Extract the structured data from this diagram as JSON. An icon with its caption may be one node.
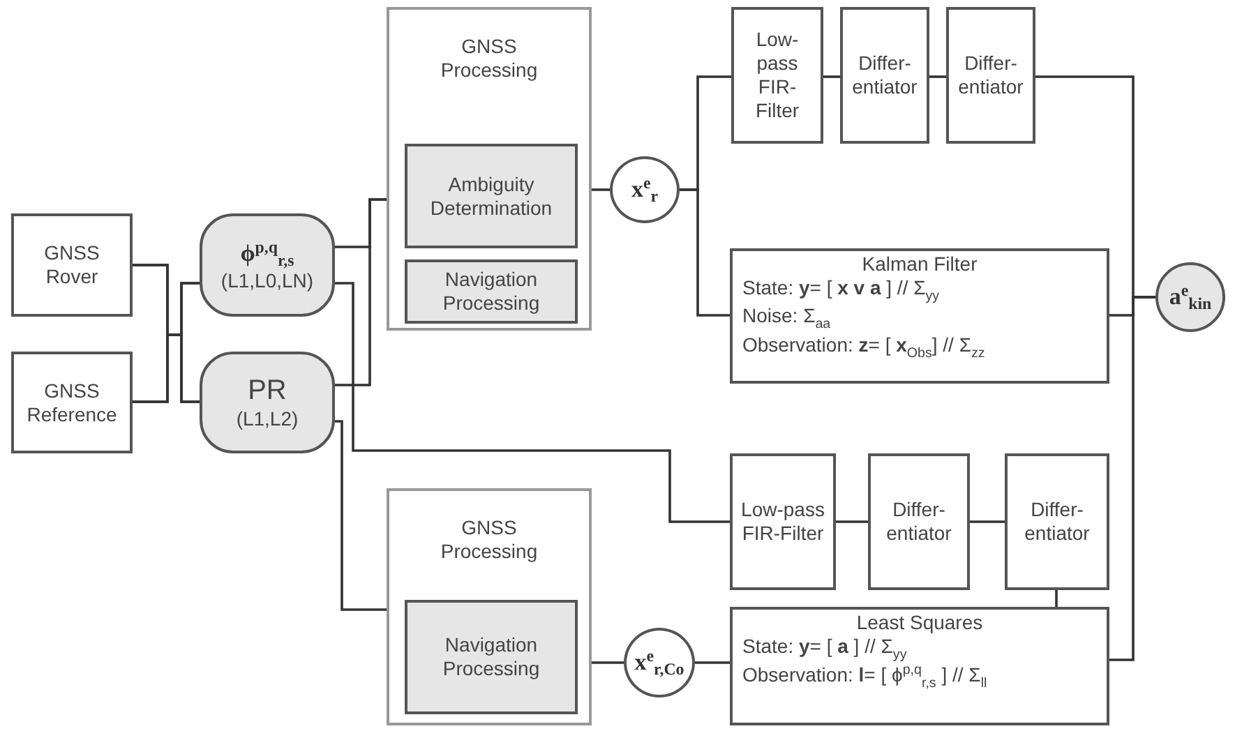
{
  "diagram": {
    "nodes": [
      {
        "text": [
          "GNSS Rover"
        ]
      },
      {
        "text": [
          "GNSS Reference"
        ]
      },
      {
        "text": [
          "ϕ$^{p,q}$$_{r,s}$",
          "(L1,L0,LN)"
        ]
      },
      {
        "text": [
          "PR",
          "(L1,L2)"
        ]
      },
      {
        "text": [
          "GNSS Processing"
        ]
      },
      {
        "text": [
          "Ambiguity Determination"
        ],
        "in": 4
      },
      {
        "text": [
          "Navigation Processing"
        ],
        "in": 4
      },
      {
        "text": [
          "x$^{e}$$_{r}$"
        ]
      },
      {
        "text": [
          "Low-pass FIR-Filter"
        ]
      },
      {
        "text": [
          "Differ-entiator"
        ]
      },
      {
        "text": [
          "Differ-entiator"
        ]
      },
      {
        "text": [
          "Kalman Filter",
          "State: **y**= [ **x v a** ]  // Σ$_{yy}$",
          "Noise: Σ$_{aa}$",
          "Observation: **z**= [ **x**$_{Obs}$] // Σ$_{zz}$"
        ]
      },
      {
        "text": [
          "a$^{e}$$_{kin}$"
        ]
      },
      {
        "text": [
          "GNSS Processing"
        ]
      },
      {
        "text": [
          "Navigation Processing"
        ],
        "in": 13
      },
      {
        "text": [
          "x$^{e}$$_{r,Co}$"
        ]
      },
      {
        "text": [
          "Low-pass FIR-Filter"
        ]
      },
      {
        "text": [
          "Differ-entiator"
        ]
      },
      {
        "text": [
          "Differ-entiator"
        ]
      },
      {
        "text": [
          "Least Squares",
          "State: **y**= [ **a** ]  // Σ$_{yy}$",
          "Observation: **l**= [ ϕ$^{p,q}$$_{r,s}$ ] // Σ$_{ll}$"
        ]
      }
    ],
    "edges": [
      {
        "from": 0,
        "to": 2,
        "arrow": "none"
      },
      {
        "from": 0,
        "to": 3,
        "arrow": "none"
      },
      {
        "from": 1,
        "to": 2,
        "arrow": "none"
      },
      {
        "from": 1,
        "to": 3,
        "arrow": "none"
      },
      {
        "from": 2,
        "to": 4,
        "arrow": "none"
      },
      {
        "from": 3,
        "to": 4,
        "arrow": "none"
      },
      {
        "from": 2,
        "to": 16,
        "arrow": "none"
      },
      {
        "from": 3,
        "to": 13,
        "arrow": "none"
      },
      {
        "from": 4,
        "to": 7,
        "arrow": "none"
      },
      {
        "from": 7,
        "to": 8,
        "arrow": "none"
      },
      {
        "from": 7,
        "to": 11,
        "arrow": "none"
      },
      {
        "from": 8,
        "to": 9,
        "arrow": "none"
      },
      {
        "from": 9,
        "to": 10,
        "arrow": "none"
      },
      {
        "from": 10,
        "to": 12,
        "arrow": "none"
      },
      {
        "from": 11,
        "to": 12,
        "arrow": "none"
      },
      {
        "from": 13,
        "to": 15,
        "arrow": "none"
      },
      {
        "from": 15,
        "to": 19,
        "arrow": "none"
      },
      {
        "from": 16,
        "to": 17,
        "arrow": "none"
      },
      {
        "from": 17,
        "to": 18,
        "arrow": "none"
      },
      {
        "from": 18,
        "to": 19,
        "arrow": "none"
      },
      {
        "from": 19,
        "to": 12,
        "arrow": "none"
      }
    ]
  }
}
